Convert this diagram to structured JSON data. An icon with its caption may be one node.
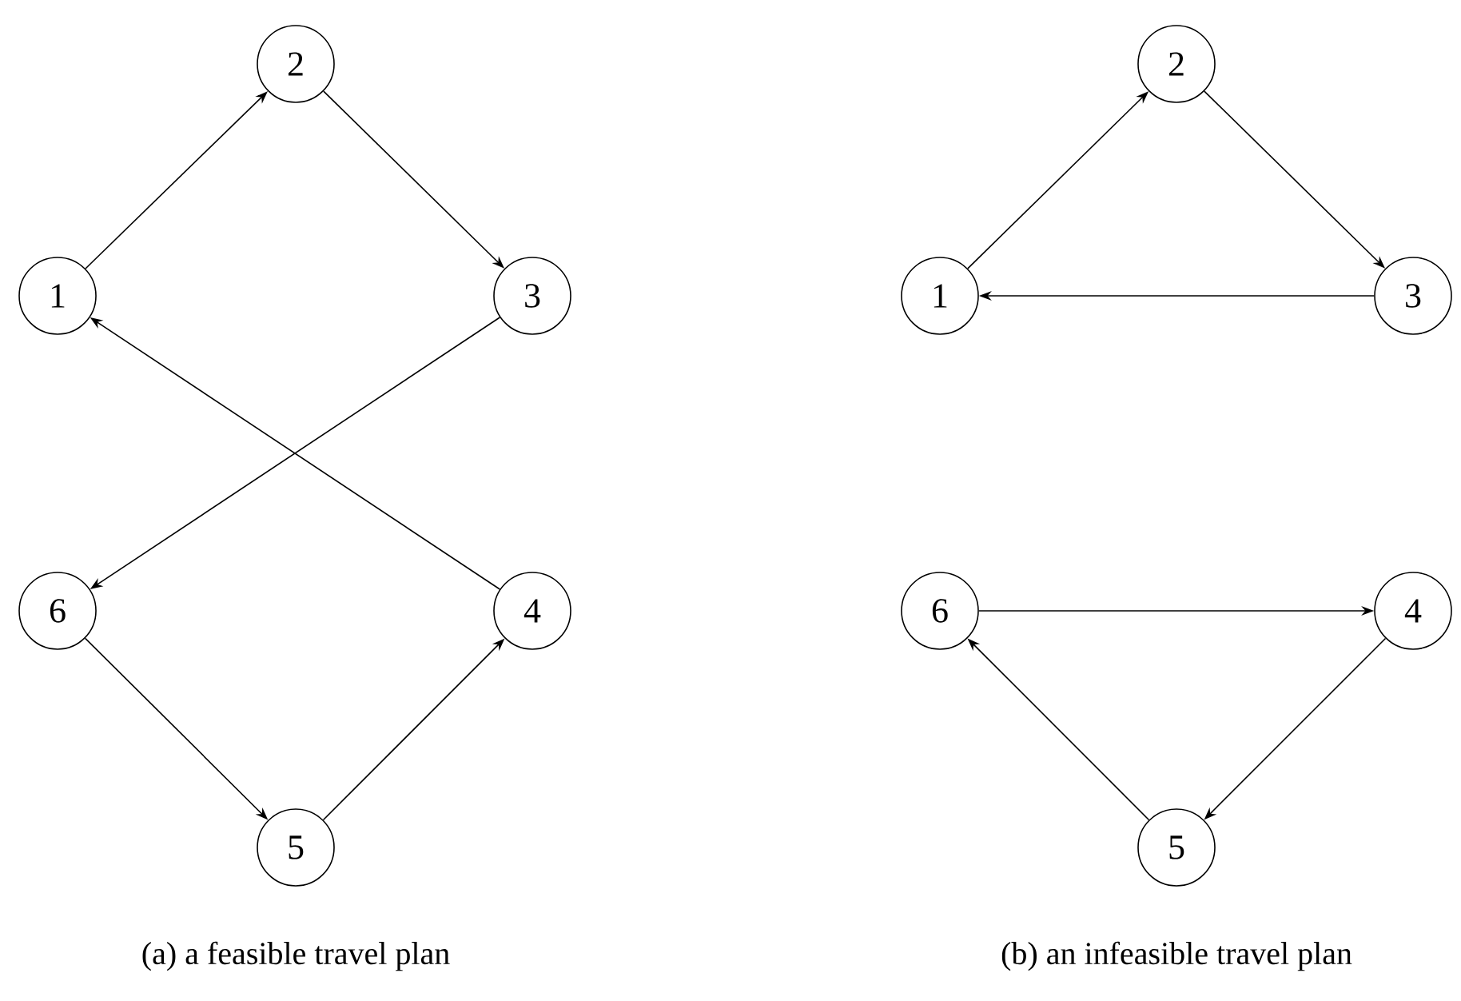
{
  "diagram": {
    "nodes": [
      {
        "text": [
          "1"
        ]
      },
      {
        "text": [
          "2"
        ]
      },
      {
        "text": [
          "3"
        ]
      },
      {
        "text": [
          "6"
        ]
      },
      {
        "text": [
          "4"
        ]
      },
      {
        "text": [
          "5"
        ]
      },
      {
        "text": [
          "1"
        ]
      },
      {
        "text": [
          "2"
        ]
      },
      {
        "text": [
          "3"
        ]
      },
      {
        "text": [
          "6"
        ]
      },
      {
        "text": [
          "4"
        ]
      },
      {
        "text": [
          "5"
        ]
      }
    ],
    "edges": [
      {
        "from": 0,
        "to": 1,
        "arrow": "to"
      },
      {
        "from": 1,
        "to": 2,
        "arrow": "to"
      },
      {
        "from": 2,
        "to": 3,
        "arrow": "to"
      },
      {
        "from": 3,
        "to": 5,
        "arrow": "to"
      },
      {
        "from": 5,
        "to": 4,
        "arrow": "to"
      },
      {
        "from": 4,
        "to": 0,
        "arrow": "to"
      },
      {
        "from": 6,
        "to": 7,
        "arrow": "to"
      },
      {
        "from": 7,
        "to": 8,
        "arrow": "to"
      },
      {
        "from": 8,
        "to": 6,
        "arrow": "to"
      },
      {
        "from": 9,
        "to": 10,
        "arrow": "to"
      },
      {
        "from": 10,
        "to": 11,
        "arrow": "to"
      },
      {
        "from": 11,
        "to": 9,
        "arrow": "to"
      }
    ],
    "labels": [
      "(a) a feasible travel plan",
      "(b) an infeasible travel plan"
    ]
  }
}
